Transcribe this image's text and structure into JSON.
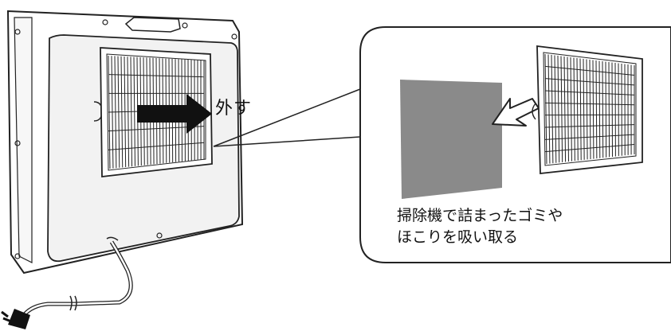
{
  "labels": {
    "remove": "外す",
    "caption_line1": "掃除機で詰まったゴミや",
    "caption_line2": "ほこりを吸い取る"
  },
  "colors": {
    "panel_fill": "#f2f2f2",
    "outline": "#222222",
    "filter_sheet": "#8a8a8a",
    "arrow": "#111111"
  },
  "icons": {
    "remove_arrow": "arrow-right-icon",
    "insert_arrow": "arrow-left-outline-icon",
    "plug": "power-plug-icon"
  }
}
